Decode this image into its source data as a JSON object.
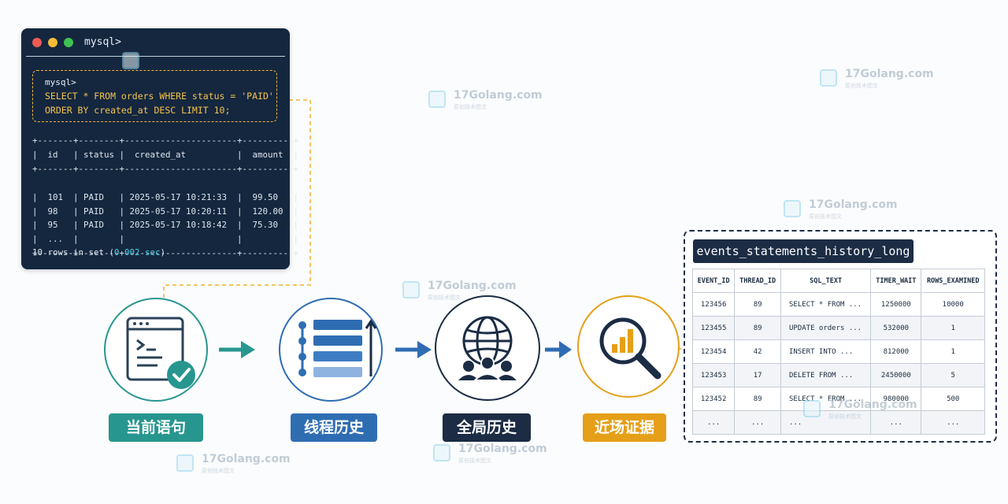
{
  "terminal": {
    "title": "mysql>",
    "prompt": "mysql>",
    "sql_line1": "SELECT * FROM orders WHERE status = 'PAID'",
    "sql_line2": "ORDER BY created_at DESC LIMIT 10;",
    "result_lines": [
      "+-------+--------+----------------------+----------+",
      "|  id   | status |  created_at          |  amount  |",
      "+-------+--------+----------------------+----------+",
      "",
      "|  101  | PAID   | 2025-05-17 10:21:33  |  99.50   |",
      "|  98   | PAID   | 2025-05-17 10:20:11  |  120.00  |",
      "|  95   | PAID   | 2025-05-17 10:18:42  |  75.30   |",
      "|  ...  |        |                      |          |",
      "+-------+--------+----------------------+----------+"
    ],
    "footer_prefix": "10 rows in set (",
    "footer_time": "0.002 sec",
    "footer_suffix": ")"
  },
  "flow": {
    "steps": [
      {
        "label": "当前语句",
        "color": "#27968f"
      },
      {
        "label": "线程历史",
        "color": "#2f6db3"
      },
      {
        "label": "全局历史",
        "color": "#1b2c44"
      },
      {
        "label": "近场证据",
        "color": "#e59f18"
      }
    ]
  },
  "history": {
    "title": "events_statements_history_long",
    "columns": [
      "EVENT_ID",
      "THREAD_ID",
      "SQL_TEXT",
      "TIMER_WAIT",
      "ROWS_EXAMINED"
    ],
    "rows": [
      [
        "123456",
        "89",
        "SELECT * FROM ...",
        "1250000",
        "10000"
      ],
      [
        "123455",
        "89",
        "UPDATE orders ...",
        "532000",
        "1"
      ],
      [
        "123454",
        "42",
        "INSERT INTO ...",
        "812000",
        "1"
      ],
      [
        "123453",
        "17",
        "DELETE FROM ...",
        "2450000",
        "5"
      ],
      [
        "123452",
        "89",
        "SELECT * FROM ...",
        "980000",
        "500"
      ],
      [
        "...",
        "...",
        "...",
        "...",
        "..."
      ]
    ]
  },
  "watermark": {
    "brand": "17Golang.com",
    "sub": "原创技术图文"
  }
}
